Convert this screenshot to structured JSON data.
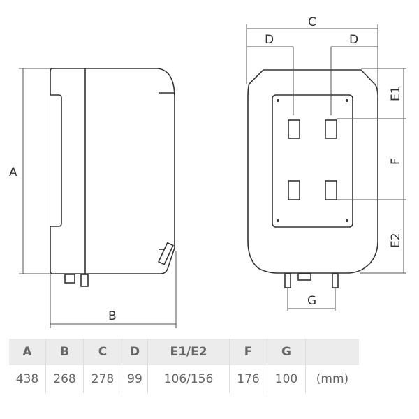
{
  "diagram": {
    "labels": {
      "A": "A",
      "B": "B",
      "C": "C",
      "D": "D",
      "E1": "E1",
      "F": "F",
      "E2": "E2",
      "G": "G"
    }
  },
  "table": {
    "headers": [
      "A",
      "B",
      "C",
      "D",
      "E1/E2",
      "F",
      "G",
      ""
    ],
    "values": [
      "438",
      "268",
      "278",
      "99",
      "106/156",
      "176",
      "100",
      "(mm)"
    ]
  }
}
